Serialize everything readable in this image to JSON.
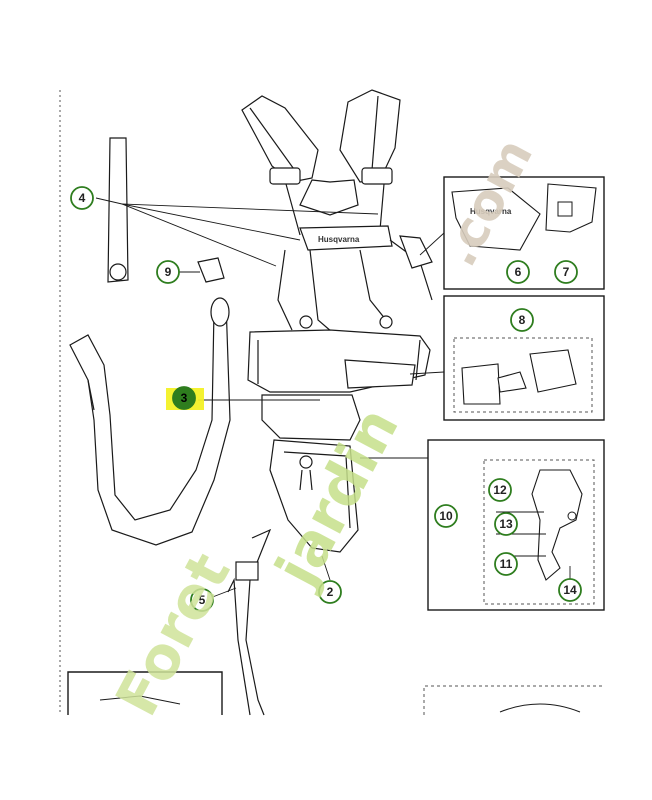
{
  "diagram": {
    "brand_label": "Husqvarna",
    "colors": {
      "line": "#1a1a1a",
      "callout_ring": "#2e7d1e",
      "callout_highlight_fill": "#2e7d1e",
      "highlight_marker": "#f3f126",
      "watermark_green": "#c6e08a",
      "watermark_orange": "#f2c27a",
      "watermark_gray": "#c9bfae"
    },
    "callouts": [
      {
        "id": "c1",
        "label": "4"
      },
      {
        "id": "c2",
        "label": "9"
      },
      {
        "id": "c3",
        "label": "3",
        "highlighted": true
      },
      {
        "id": "c4",
        "label": "6"
      },
      {
        "id": "c5",
        "label": "7"
      },
      {
        "id": "c6",
        "label": "8"
      },
      {
        "id": "c7",
        "label": "10"
      },
      {
        "id": "c8",
        "label": "12"
      },
      {
        "id": "c9",
        "label": "13"
      },
      {
        "id": "c10",
        "label": "11"
      },
      {
        "id": "c11",
        "label": "14"
      },
      {
        "id": "c12",
        "label": "2"
      },
      {
        "id": "c13",
        "label": "5"
      }
    ],
    "watermark": {
      "text_main": "Foret",
      "text_mid": "jardin",
      "text_end": ".com"
    }
  }
}
